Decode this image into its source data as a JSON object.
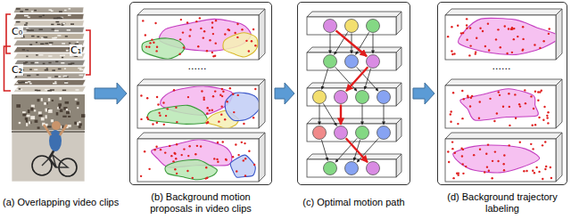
{
  "diagram": {
    "nodes": [
      {
        "text": [
          "(a) Overlapping video clips"
        ]
      },
      {
        "text": [
          "(b) Background motion proposals in video clips"
        ]
      },
      {
        "text": [
          "(c) Optimal motion path"
        ]
      },
      {
        "text": [
          "(d) Background trajectory labeling"
        ]
      }
    ],
    "edges": [
      {
        "from": 0,
        "to": 1,
        "arrow": "to"
      },
      {
        "from": 1,
        "to": 2,
        "arrow": "to"
      },
      {
        "from": 2,
        "to": 3,
        "arrow": "to"
      }
    ],
    "labels": [
      "C₀",
      "C₁",
      "C₂",
      "......",
      "......"
    ]
  }
}
